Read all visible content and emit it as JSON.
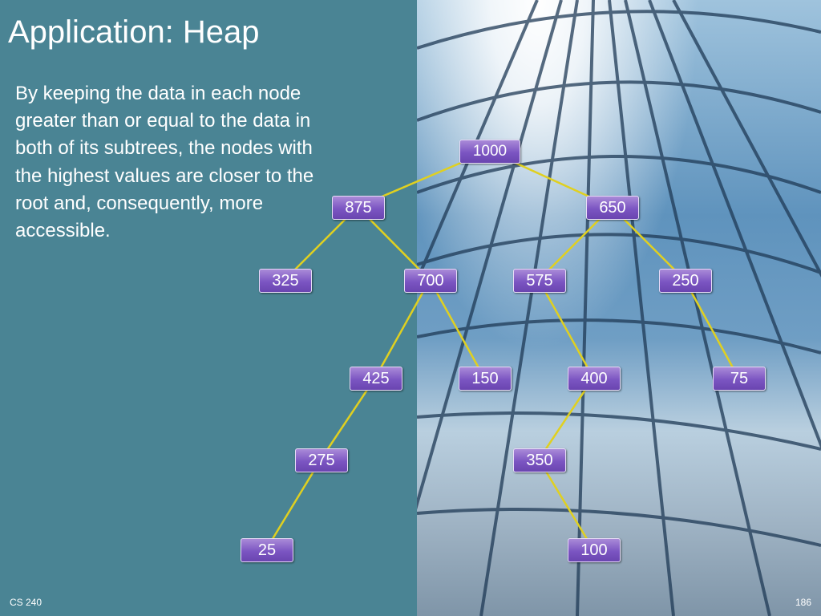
{
  "slide": {
    "title": "Application: Heap",
    "body": "By keeping the data in each node greater than or equal to the data in both of its subtrees, the nodes with the highest values are closer to the root and, consequently, more accessible.",
    "footer_left": "CS 240",
    "page_number": "186"
  },
  "tree": {
    "nodes": {
      "n1000": "1000",
      "n875": "875",
      "n650": "650",
      "n325": "325",
      "n700": "700",
      "n575": "575",
      "n250": "250",
      "n425": "425",
      "n150": "150",
      "n400": "400",
      "n75": "75",
      "n275": "275",
      "n350": "350",
      "n25": "25",
      "n100": "100"
    },
    "edges": [
      [
        "1000",
        "875"
      ],
      [
        "1000",
        "650"
      ],
      [
        "875",
        "325"
      ],
      [
        "875",
        "700"
      ],
      [
        "650",
        "575"
      ],
      [
        "650",
        "250"
      ],
      [
        "700",
        "425"
      ],
      [
        "700",
        "150"
      ],
      [
        "575",
        "400"
      ],
      [
        "250",
        "75"
      ],
      [
        "425",
        "275"
      ],
      [
        "400",
        "350"
      ],
      [
        "275",
        "25"
      ],
      [
        "350",
        "100"
      ]
    ]
  },
  "colors": {
    "background": "#4a8494",
    "node_fill": "#7b55c2",
    "edge": "#e0d020"
  }
}
